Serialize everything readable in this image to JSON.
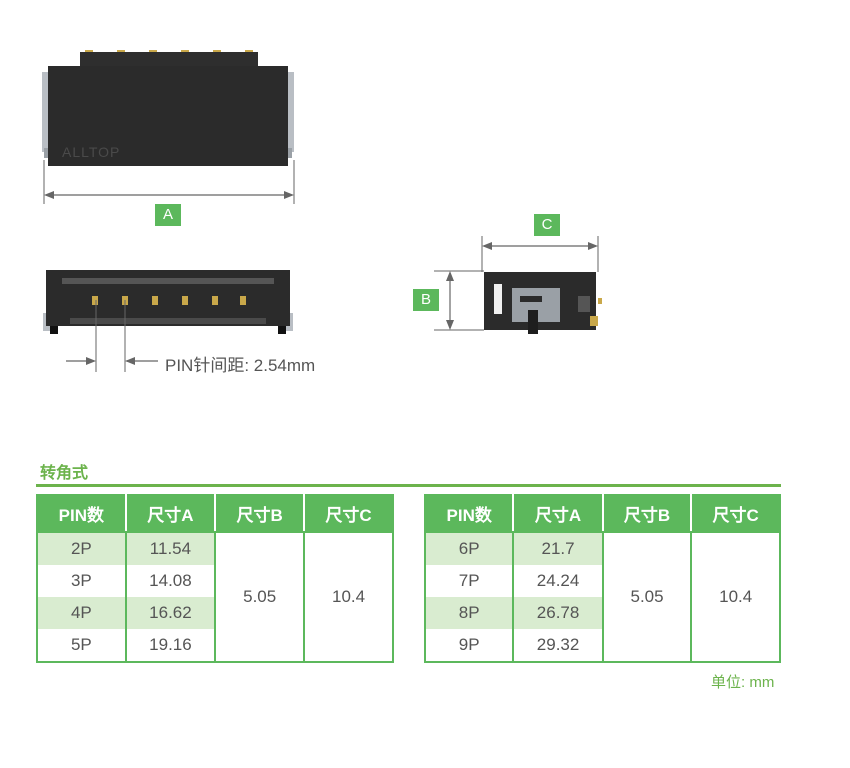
{
  "drawing": {
    "label_a": "A",
    "label_b": "B",
    "label_c": "C",
    "watermark": "ALLTOP",
    "pitch_text": "PIN针间距: 2.54mm"
  },
  "section": {
    "title": "转角式",
    "unit_note": "单位: mm"
  },
  "tables": [
    {
      "headers": [
        "PIN数",
        "尺寸A",
        "尺寸B",
        "尺寸C"
      ],
      "rows": [
        {
          "pin": "2P",
          "a": "11.54"
        },
        {
          "pin": "3P",
          "a": "14.08"
        },
        {
          "pin": "4P",
          "a": "16.62"
        },
        {
          "pin": "5P",
          "a": "19.16"
        }
      ],
      "b": "5.05",
      "c": "10.4"
    },
    {
      "headers": [
        "PIN数",
        "尺寸A",
        "尺寸B",
        "尺寸C"
      ],
      "rows": [
        {
          "pin": "6P",
          "a": "21.7"
        },
        {
          "pin": "7P",
          "a": "24.24"
        },
        {
          "pin": "8P",
          "a": "26.78"
        },
        {
          "pin": "9P",
          "a": "29.32"
        }
      ],
      "b": "5.05",
      "c": "10.4"
    }
  ],
  "colors": {
    "accent_green": "#5cb85c",
    "shade_green": "#d9ecd0",
    "connector_body": "#2b2b2b"
  }
}
